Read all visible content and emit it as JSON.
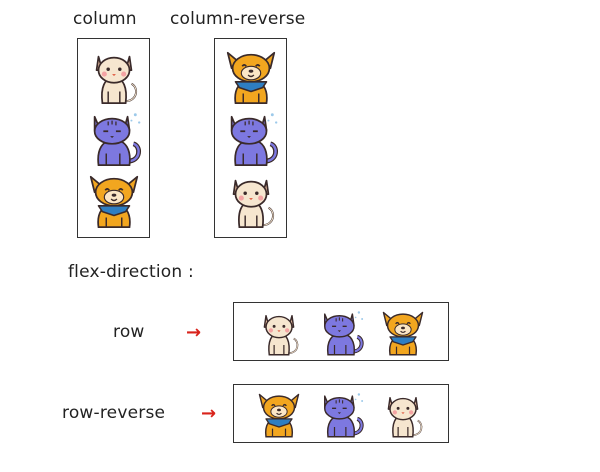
{
  "captions": {
    "column": "column",
    "column_reverse": "column-reverse",
    "flex_direction": "flex-direction :",
    "row": "row",
    "row_reverse": "row-reverse"
  },
  "arrow_glyph": "→",
  "colors": {
    "arrow": "#d9231b",
    "orange_cat": "#f2a61f",
    "purple_cat": "#7d78e0",
    "beige_cat": "#f6e6cf",
    "scarf": "#2e7ec2"
  },
  "icons": {
    "column": [
      "beige-cat-icon",
      "purple-cat-icon",
      "orange-cat-icon"
    ],
    "column_reverse": [
      "orange-cat-icon",
      "purple-cat-icon",
      "beige-cat-icon"
    ],
    "row": [
      "beige-cat-icon",
      "purple-cat-icon",
      "orange-cat-icon"
    ],
    "row_reverse": [
      "orange-cat-icon",
      "purple-cat-icon",
      "beige-cat-icon"
    ]
  }
}
